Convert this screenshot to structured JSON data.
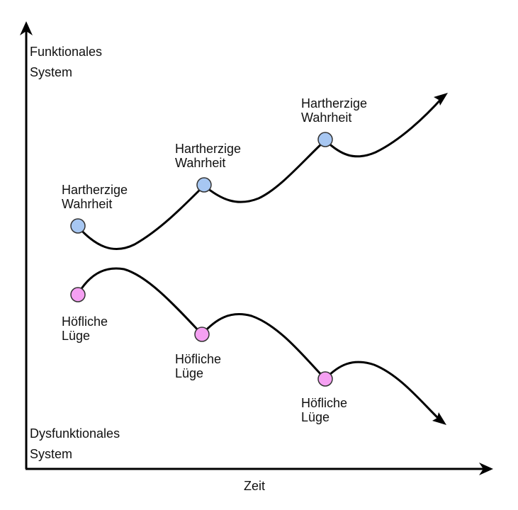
{
  "axes": {
    "y_top_label": [
      "Funktionales",
      "System"
    ],
    "y_bottom_label": [
      "Dysfunktionales",
      "System"
    ],
    "x_label": "Zeit",
    "color": "#000000"
  },
  "upper_path": {
    "color": "#000000",
    "marker_fill": "#a7c7f2",
    "points": [
      {
        "label": [
          "Hartherzige",
          "Wahrheit"
        ]
      },
      {
        "label": [
          "Hartherzige",
          "Wahrheit"
        ]
      },
      {
        "label": [
          "Hartherzige",
          "Wahrheit"
        ]
      }
    ]
  },
  "lower_path": {
    "color": "#000000",
    "marker_fill": "#f5a0f2",
    "points": [
      {
        "label": [
          "Höfliche",
          "Lüge"
        ]
      },
      {
        "label": [
          "Höfliche",
          "Lüge"
        ]
      },
      {
        "label": [
          "Höfliche",
          "Lüge"
        ]
      }
    ]
  }
}
